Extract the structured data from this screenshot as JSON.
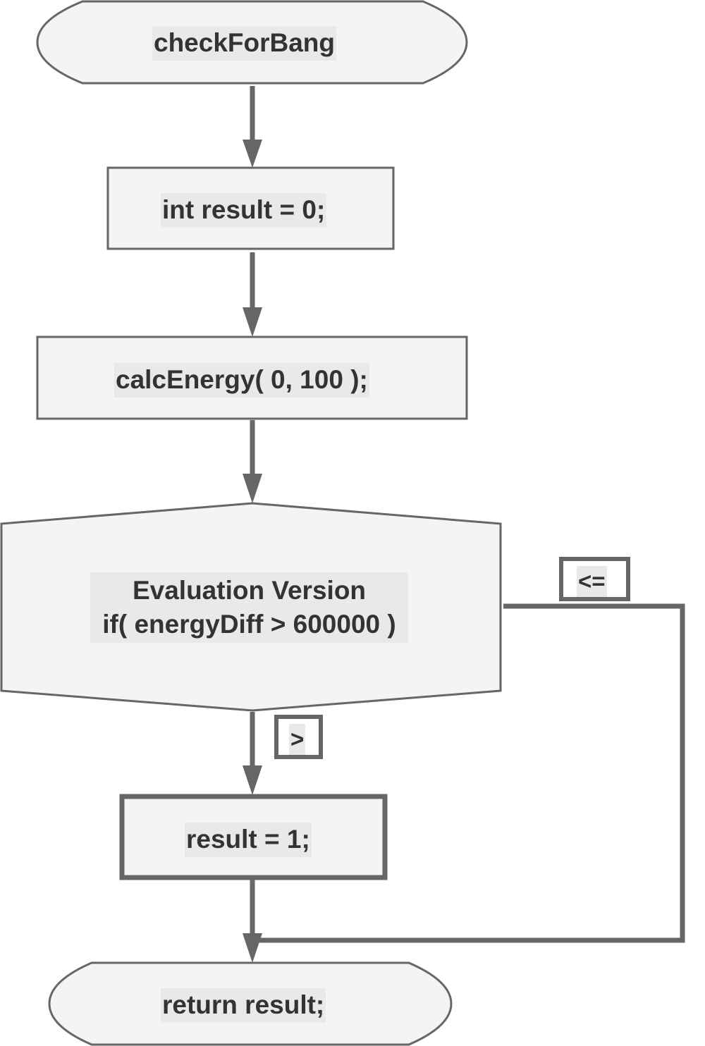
{
  "flowchart": {
    "start": "checkForBang",
    "steps": [
      "int result = 0;",
      "calcEnergy( 0, 100 );"
    ],
    "decision": {
      "line1": "Evaluation Version",
      "line2": "if( energyDiff > 600000 )"
    },
    "branch_true_label": ">",
    "branch_false_label": "<=",
    "true_action": "result = 1;",
    "end": "return result;"
  },
  "colors": {
    "stroke": "#666666",
    "fill": "#f4f4f4",
    "text": "#333333",
    "label_bg": "#e9e9e9"
  }
}
